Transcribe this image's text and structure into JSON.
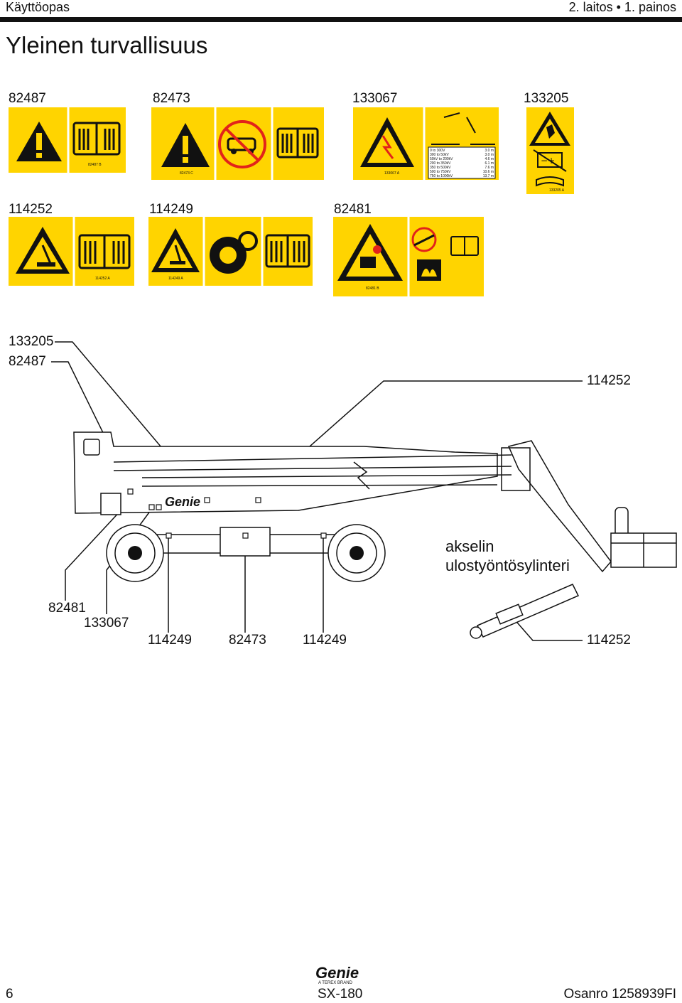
{
  "header": {
    "left": "Käyttöopas",
    "right": "2. laitos • 1. painos"
  },
  "title": "Yleinen turvallisuus",
  "decals": {
    "d82487": {
      "label": "82487",
      "code": "82487 B"
    },
    "d82473": {
      "label": "82473",
      "code": "82473 C"
    },
    "d133067": {
      "label": "133067",
      "code": "133067 A",
      "table": [
        [
          "0 to 300V",
          "3.0 m"
        ],
        [
          "300 to 50kV",
          "3.0 m"
        ],
        [
          "50kV to 200kV",
          "4.6 m"
        ],
        [
          "200 to 350kV",
          "6.1 m"
        ],
        [
          "350 to 500kV",
          "7.6 m"
        ],
        [
          "500 to 750kV",
          "10.6 m"
        ],
        [
          "750 to 1000kV",
          "13.7 m"
        ]
      ]
    },
    "d133205": {
      "label": "133205",
      "code": "133205 A"
    },
    "d114252": {
      "label": "114252",
      "code": "114252 A"
    },
    "d114249": {
      "label": "114249",
      "code": "114249 A"
    },
    "d82481": {
      "label": "82481",
      "code": "82481 B"
    }
  },
  "callouts": {
    "c133205": "133205",
    "c82487": "82487",
    "c114252_top": "114252",
    "c82481": "82481",
    "c133067": "133067",
    "c114249_a": "114249",
    "c82473": "82473",
    "c114249_b": "114249",
    "c114252_bottom": "114252",
    "axle_line1": "akselin",
    "axle_line2": "ulostyöntösylinteri"
  },
  "footer": {
    "page": "6",
    "model": "SX-180",
    "part": "Osanro 1258939FI",
    "brand": "Genie",
    "brand_sub": "A TEREX BRAND"
  }
}
